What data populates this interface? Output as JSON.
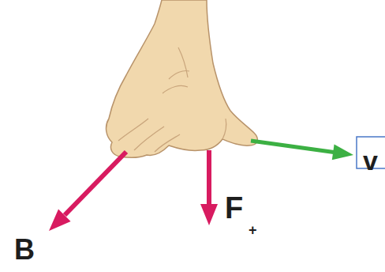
{
  "diagram": {
    "labels": [
      "B",
      "F",
      "+",
      "v"
    ]
  }
}
